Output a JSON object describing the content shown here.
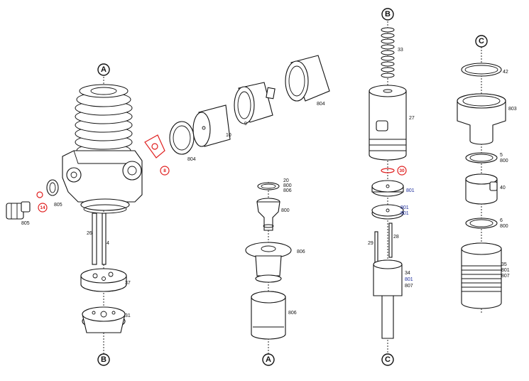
{
  "connectors": [
    "A",
    "B",
    "C"
  ],
  "callouts": {
    "c42": "42",
    "c803": "803",
    "c5": "5",
    "c800a": "800",
    "c40": "40",
    "c6": "6",
    "c800b": "800",
    "c35": "35",
    "c801a": "801",
    "c807a": "807",
    "c33": "33",
    "c27": "27",
    "c30": "30",
    "c801b": "801",
    "c801c": "801",
    "c801d": "801",
    "c28": "28",
    "c29": "29",
    "c34": "34",
    "c801e": "801",
    "c807b": "807",
    "c20": "20",
    "c800c": "800",
    "c806a": "806",
    "c800d": "800",
    "c806b": "806",
    "c806c": "806",
    "c804a": "804",
    "c10": "10",
    "c9": "9",
    "c804b": "804",
    "c8": "8",
    "c14": "14",
    "c805a": "805",
    "c805b": "805",
    "c26": "26",
    "c4": "4",
    "c37": "37",
    "c31": "31"
  },
  "colors": {
    "highlight": "#e02020",
    "blue_ref": "#1a2a9a",
    "line": "#111111"
  }
}
